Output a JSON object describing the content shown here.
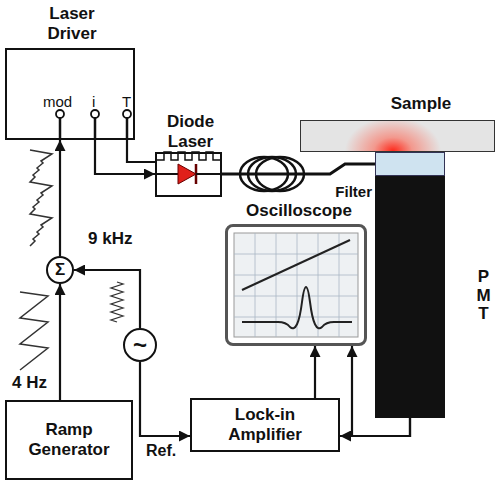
{
  "diagram": {
    "nodes": [
      {
        "text": [
          "Laser Driver"
        ]
      },
      {
        "text": [
          "Diode Laser"
        ]
      },
      {
        "text": [
          "Sample"
        ]
      },
      {
        "text": [
          "Filter"
        ]
      },
      {
        "text": [
          "Σ"
        ]
      },
      {
        "text": [
          "~"
        ]
      },
      {
        "text": [
          "Oscilloscope"
        ]
      },
      {
        "text": [
          "PMT"
        ]
      },
      {
        "text": [
          "Ramp Generator"
        ]
      },
      {
        "text": [
          "Lock-in Amplifier"
        ]
      }
    ],
    "edges": [
      {
        "from": 8,
        "to": 4,
        "arrow": "to"
      },
      {
        "from": 5,
        "to": 4,
        "arrow": "to"
      },
      {
        "from": 4,
        "to": 0,
        "arrow": "to"
      },
      {
        "from": 0,
        "to": 1,
        "arrow": "to"
      },
      {
        "from": 0,
        "to": 1,
        "arrow": "none"
      },
      {
        "from": 1,
        "to": 3,
        "arrow": "none"
      },
      {
        "from": 7,
        "to": 9,
        "arrow": "to"
      },
      {
        "from": 7,
        "to": 6,
        "arrow": "to"
      },
      {
        "from": 9,
        "to": 6,
        "arrow": "to"
      },
      {
        "from": 5,
        "to": 9,
        "arrow": "to"
      }
    ],
    "labels": [
      "mod",
      "i",
      "T",
      "9 kHz",
      "4 Hz",
      "Ref."
    ]
  }
}
